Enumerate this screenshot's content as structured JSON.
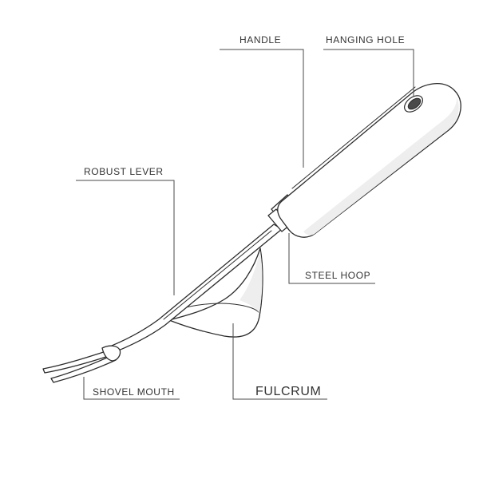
{
  "diagram": {
    "labels": {
      "handle": "HANDLE",
      "hanging_hole": "HANGING HOLE",
      "robust_lever": "ROBUST LEVER",
      "steel_hoop": "STEEL HOOP",
      "shovel_mouth": "SHOVEL MOUTH",
      "fulcrum": "FULCRUM"
    },
    "colors": {
      "line": "#2b2b2b",
      "text": "#333333",
      "background": "#ffffff"
    }
  }
}
